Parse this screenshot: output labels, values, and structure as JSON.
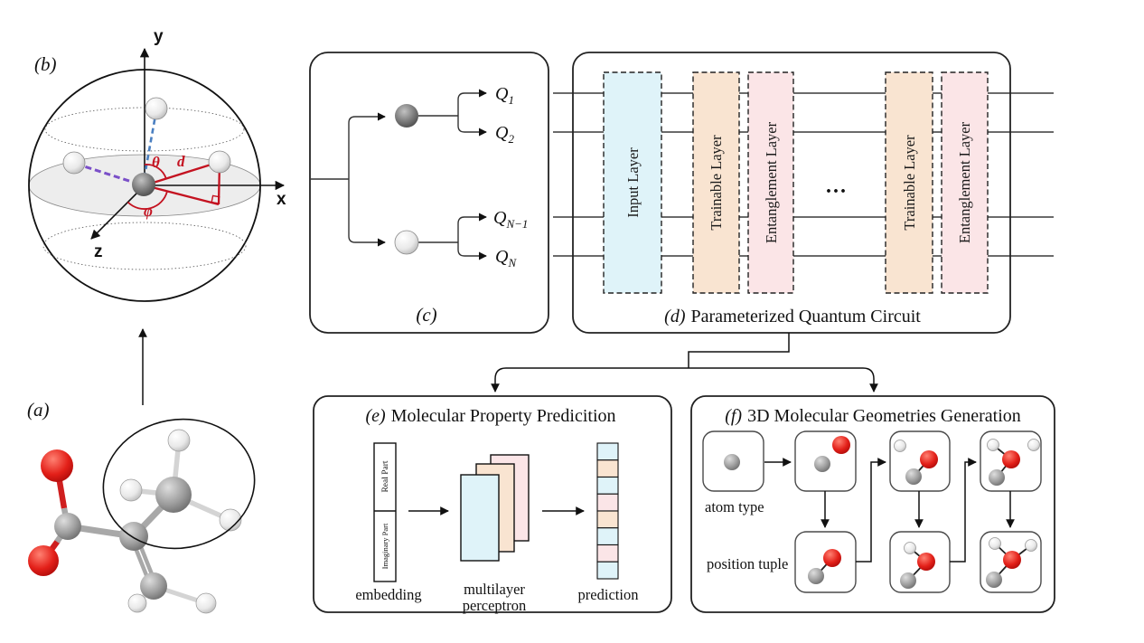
{
  "colors": {
    "cyan": "#dff3f9",
    "peach": "#f9e4d1",
    "pink": "#fbe5e7",
    "red_accent": "#c41220",
    "blue_dash": "#4a7fc1",
    "purple_dash": "#7a4fc8"
  },
  "panel_a": {
    "label": "(a)"
  },
  "panel_b": {
    "label": "(b)",
    "axis_x": "x",
    "axis_y": "y",
    "axis_z": "z",
    "theta": "θ",
    "phi": "φ",
    "distance": "d"
  },
  "panel_c": {
    "label": "(c)",
    "qubits": [
      {
        "base": "Q",
        "sub": "1"
      },
      {
        "base": "Q",
        "sub": "2"
      },
      {
        "base": "Q",
        "sub": "N−1"
      },
      {
        "base": "Q",
        "sub": "N"
      }
    ]
  },
  "panel_d": {
    "label": "(d)",
    "caption": "Parameterized Quantum Circuit",
    "ellipsis": "...",
    "blocks": [
      {
        "label": "Input Layer",
        "color": "cyan"
      },
      {
        "label": "Trainable Layer",
        "color": "peach"
      },
      {
        "label": "Entanglement Layer",
        "color": "pink"
      },
      {
        "label": "Trainable Layer",
        "color": "peach"
      },
      {
        "label": "Entanglement Layer",
        "color": "pink"
      }
    ]
  },
  "panel_e": {
    "label": "(e)",
    "title": "Molecular Property Predicition",
    "embedding": {
      "top": "Real Part",
      "bottom": "Imaginary Part",
      "caption": "embedding"
    },
    "mlp_caption_line1": "multilayer",
    "mlp_caption_line2": "perceptron",
    "prediction_caption": "prediction",
    "prediction_cells": [
      "cyan",
      "peach",
      "cyan",
      "pink",
      "peach",
      "cyan",
      "pink",
      "cyan"
    ]
  },
  "panel_f": {
    "label": "(f)",
    "title": "3D Molecular Geometries Generation",
    "atom_type_label": "atom type",
    "position_tuple_label": "position tuple"
  }
}
